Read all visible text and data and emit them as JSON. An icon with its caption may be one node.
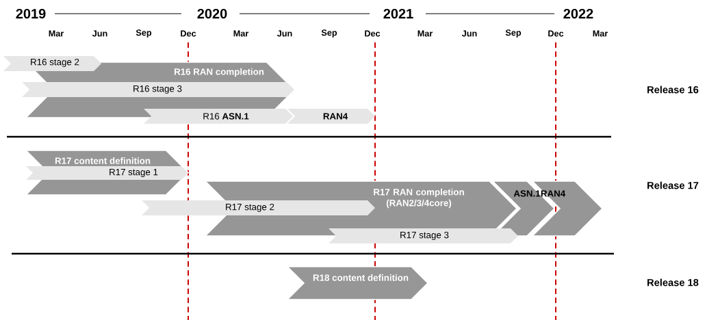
{
  "diagram": {
    "nodes": [
      {
        "text": [
          "R16 stage 2"
        ]
      },
      {
        "text": [
          "R16 RAN completion"
        ]
      },
      {
        "text": [
          "R16 stage 3"
        ],
        "in": 1
      },
      {
        "text": [
          "R16 **ASN.1**"
        ]
      },
      {
        "text": [
          "RAN4"
        ]
      },
      {
        "text": [
          "R17 content definition"
        ]
      },
      {
        "text": [
          "R17 stage 1"
        ],
        "in": 5
      },
      {
        "text": [
          "R17 RAN completion (RAN2/3/4core)"
        ]
      },
      {
        "text": [
          "R17 stage 2"
        ]
      },
      {
        "text": [
          "ASN.1"
        ]
      },
      {
        "text": [
          "RAN4"
        ]
      },
      {
        "text": [
          "R17 stage 3"
        ]
      },
      {
        "text": [
          "R18 content definition"
        ]
      }
    ],
    "labels": [
      "2019",
      "2020",
      "2021",
      "2022",
      "Mar",
      "Jun",
      "Sep",
      "Dec",
      "Mar",
      "Jun",
      "Sep",
      "Dec",
      "Mar",
      "Jun",
      "Sep",
      "Dec",
      "Mar",
      "Release 16",
      "Release 17",
      "Release 18"
    ]
  }
}
